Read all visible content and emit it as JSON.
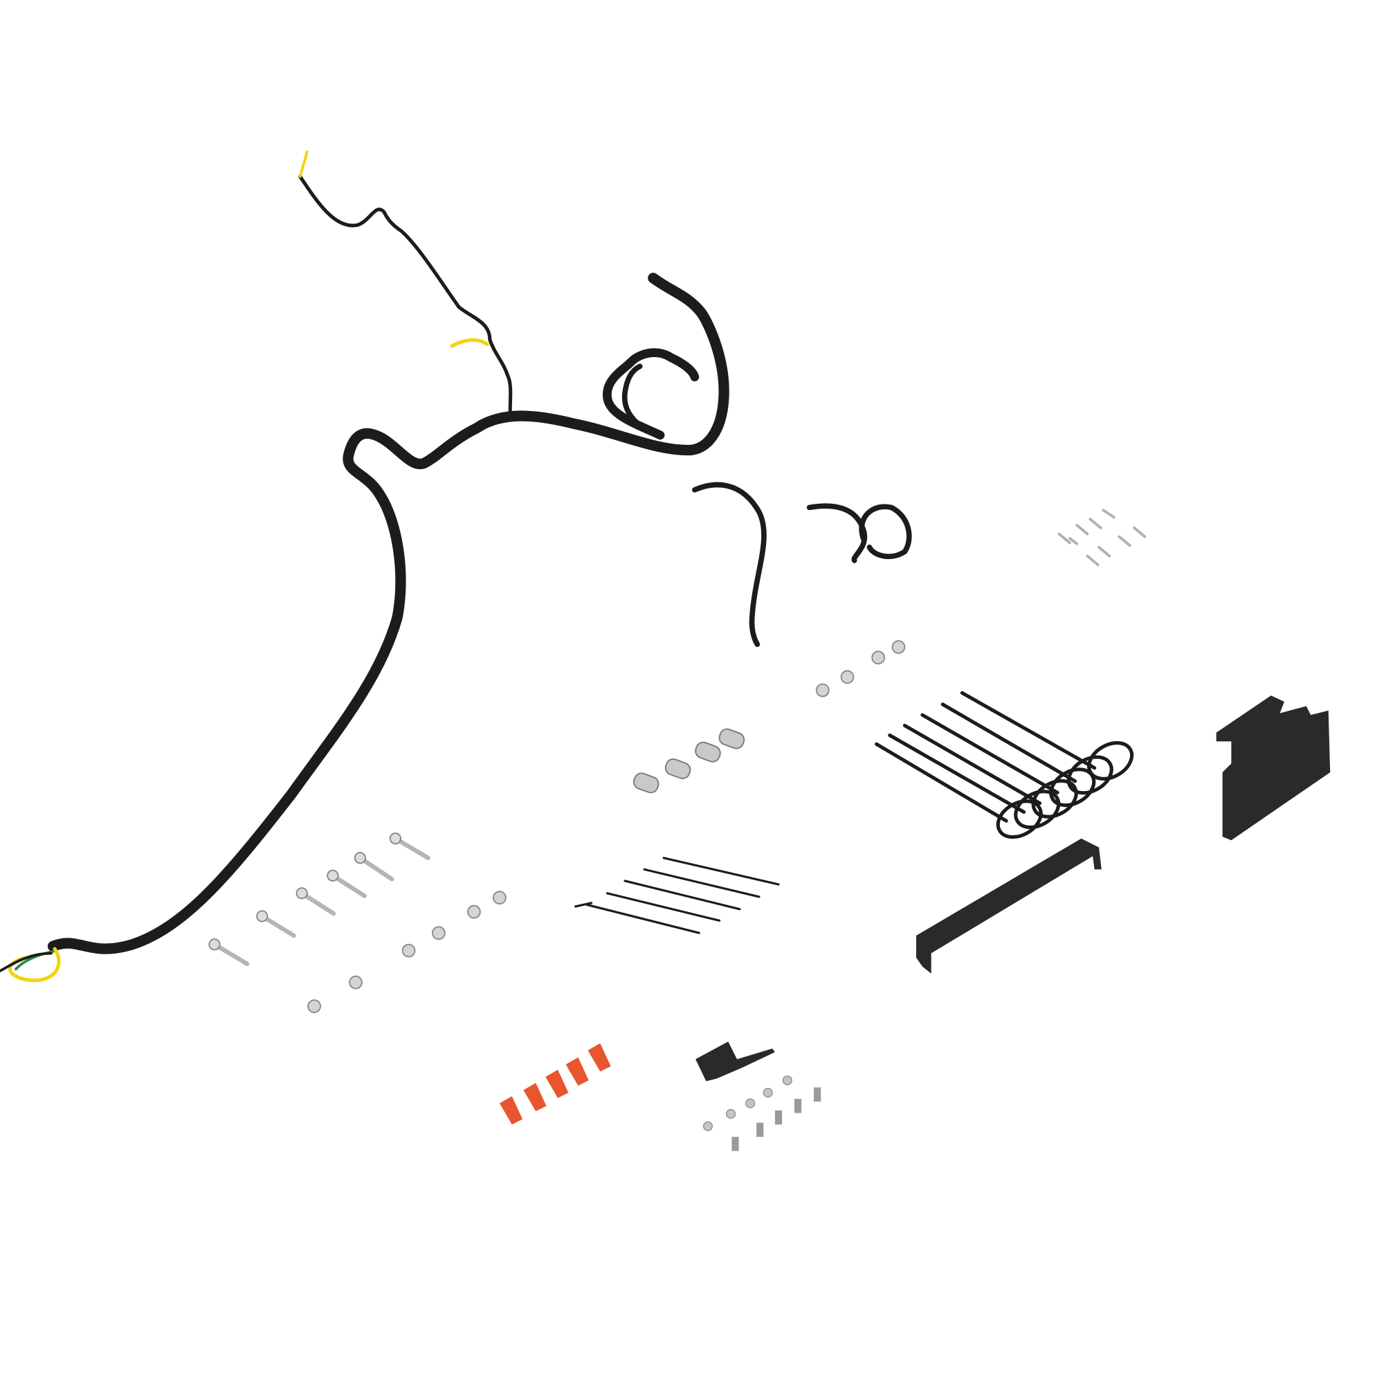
{
  "colors": {
    "background": "#ffffff",
    "harness": "#1c1c1c",
    "wire_yellow": "#f2d40a",
    "wire_green": "#2f8a3a",
    "hardware_metal": "#c9c9c9",
    "cap_orange": "#e8552e",
    "bracket": "#2a2a2a"
  },
  "parts": {
    "main_harness": 1,
    "short_cables": 2,
    "bolts": 6,
    "nuts": 12,
    "spacers": 4,
    "large_cable_ties": 7,
    "small_cable_ties": 6,
    "brackets": 3,
    "orange_caps": 5,
    "small_screws": 6,
    "clip_nuts": 8,
    "terminals": 9
  }
}
